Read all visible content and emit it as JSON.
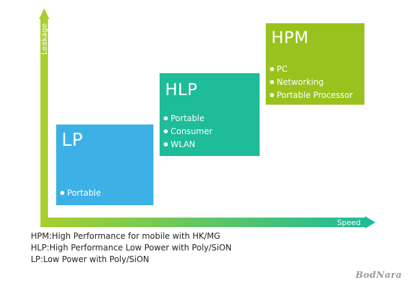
{
  "axes": {
    "y_label": "Leakage",
    "x_label": "Speed",
    "y_color": "#a7cf2d",
    "x_color_start": "#a7cf2d",
    "x_color_end": "#1ebc99"
  },
  "boxes": {
    "lp": {
      "title": "LP",
      "color": "#3db1e6",
      "items": [
        "Portable"
      ]
    },
    "hlp": {
      "title": "HLP",
      "color": "#1ebc99",
      "items": [
        "Portable",
        "Consumer",
        "WLAN"
      ]
    },
    "hpm": {
      "title": "HPM",
      "color": "#99c21e",
      "items": [
        "PC",
        "Networking",
        "Portable Processor"
      ]
    }
  },
  "legend": [
    "HPM:High Performance for mobile with HK/MG",
    "HLP:High Performance Low Power with Poly/SiON",
    "LP:Low Power with Poly/SiON"
  ],
  "watermark": "BodNara"
}
